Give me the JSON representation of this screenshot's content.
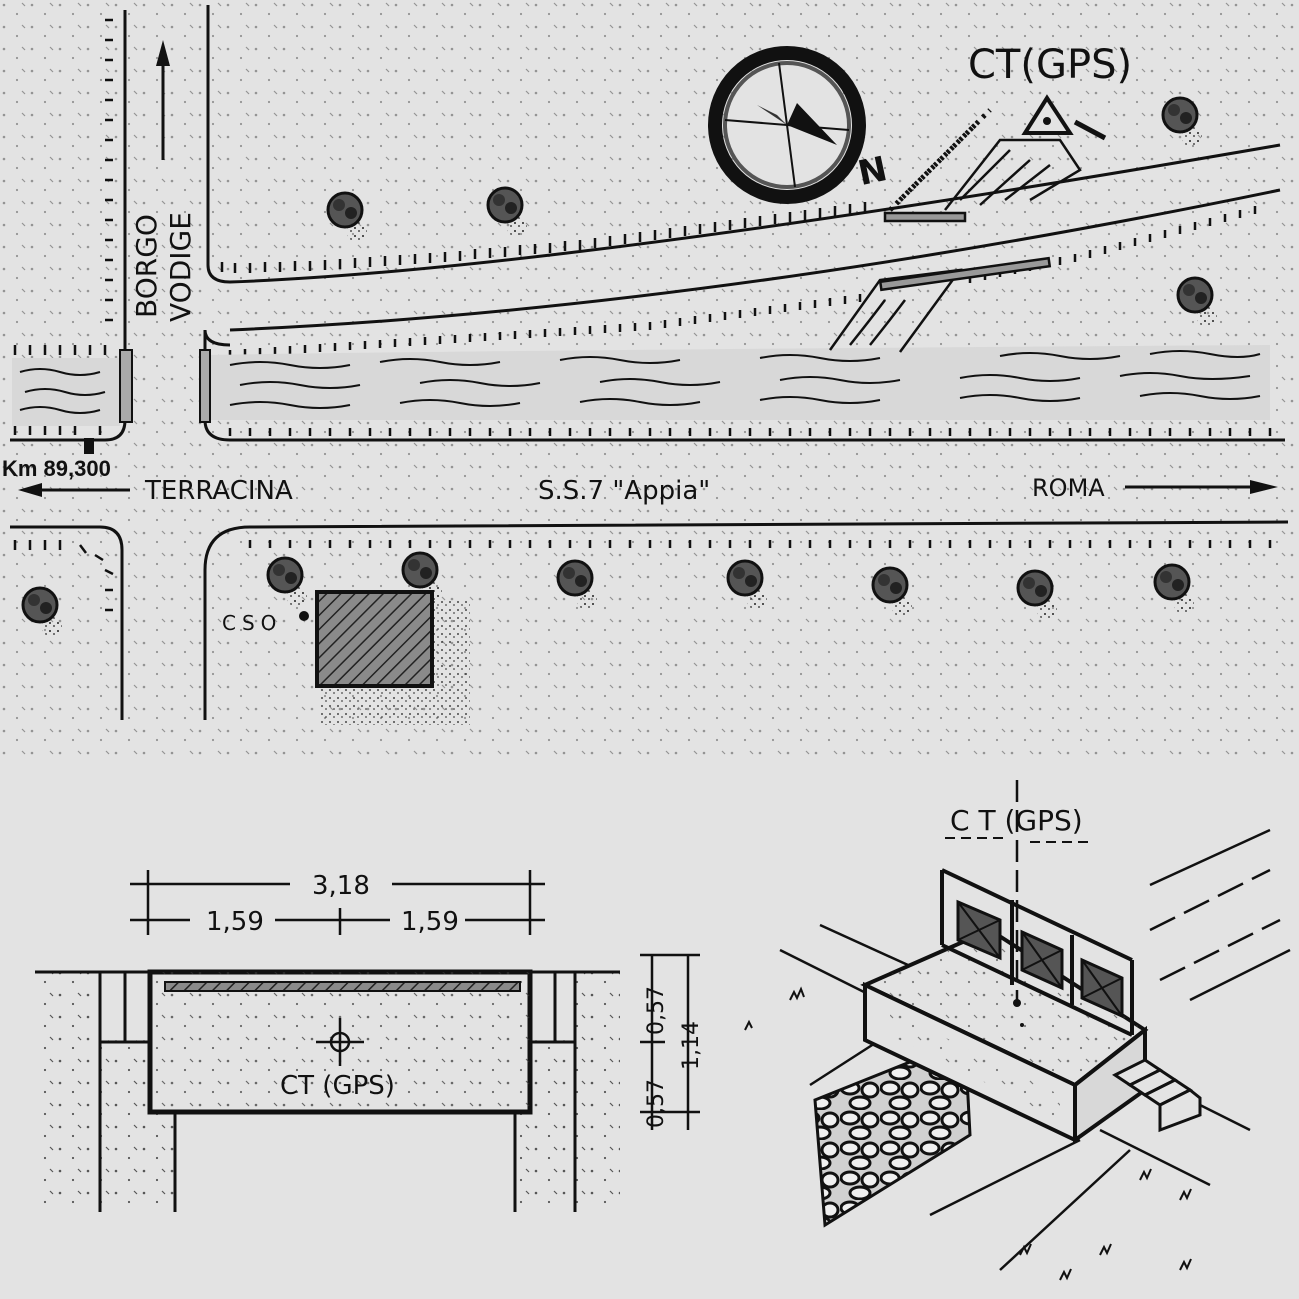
{
  "map": {
    "labels": {
      "ct_gps_top": "CT(GPS)",
      "north": "N",
      "borgo": "BORGO",
      "vodige": "VODIGE",
      "km": "Km 89,300",
      "terracina": "TERRACINA",
      "road": "S.S.7 \"Appia\"",
      "roma": "ROMA",
      "cso": "CSO"
    }
  },
  "plan_detail": {
    "dim_total": "3,18",
    "dim_left": "1,59",
    "dim_right": "1,59",
    "dim_057a": "0,57",
    "dim_057b": "0,57",
    "dim_114": "1,14",
    "ct_label": "CT (GPS)"
  },
  "perspective_detail": {
    "ct_label": "C T  (GPS)"
  },
  "colors": {
    "paper": "#e3e3e3",
    "ink": "#111111",
    "water_fill": "#d8d8d8",
    "building_fill": "#7a7a7a"
  },
  "icons": [
    "compass-rose-icon",
    "triangle-station-icon",
    "arrow-up-icon",
    "arrow-left-icon",
    "arrow-right-icon",
    "tree-icon",
    "crosshair-icon"
  ]
}
